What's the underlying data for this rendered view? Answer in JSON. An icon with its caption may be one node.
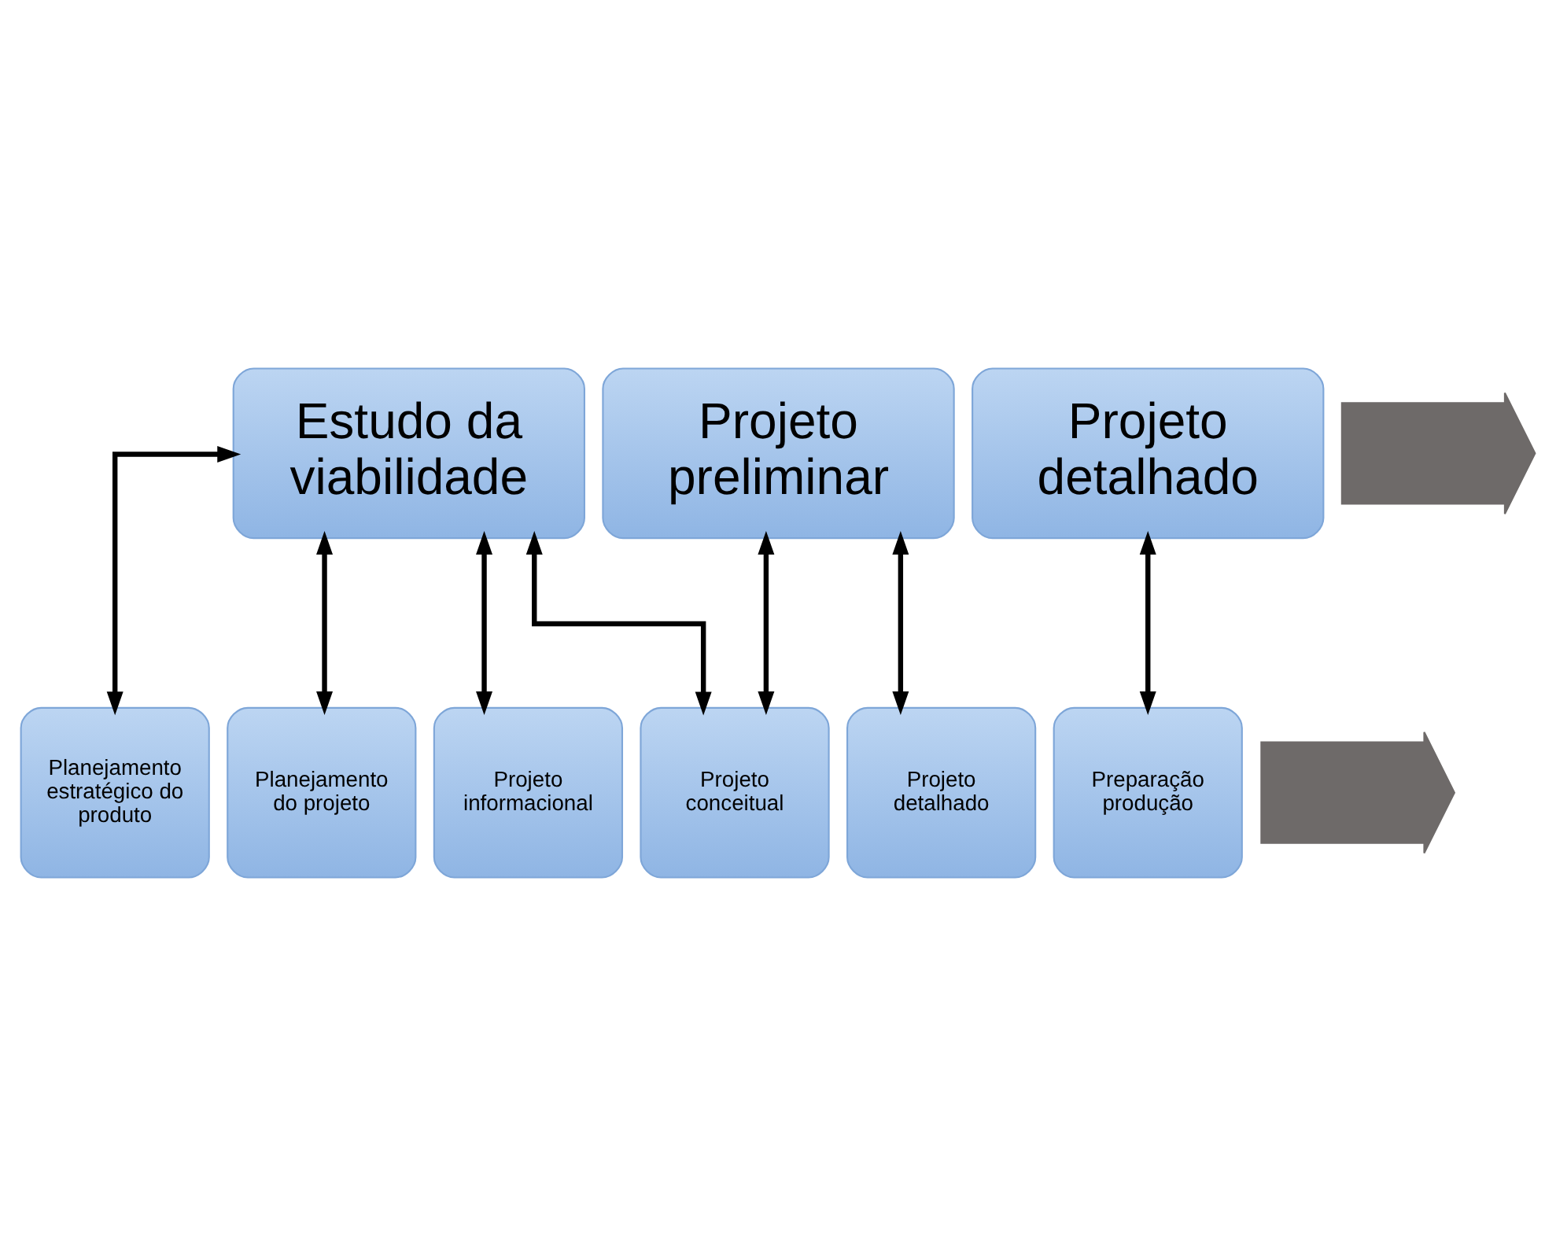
{
  "diagram": {
    "nodes": [
      {
        "text": [],
        "shape": "arrow"
      },
      {
        "text": [
          "Estudo da viabilidade"
        ]
      },
      {
        "text": [
          "Projeto preliminar"
        ]
      },
      {
        "text": [
          "Projeto detalhado"
        ]
      },
      {
        "text": [],
        "shape": "arrow"
      },
      {
        "text": [
          "Planejamento estratégico do produto"
        ]
      },
      {
        "text": [
          "Planejamento do projeto"
        ]
      },
      {
        "text": [
          "Projeto informacional"
        ]
      },
      {
        "text": [
          "Projeto conceitual"
        ]
      },
      {
        "text": [
          "Projeto detalhado"
        ]
      },
      {
        "text": [
          "Preparação produção"
        ]
      }
    ],
    "edges": [
      {
        "from": 1,
        "to": 5,
        "arrow": "both"
      },
      {
        "from": 1,
        "to": 6,
        "arrow": "both"
      },
      {
        "from": 1,
        "to": 7,
        "arrow": "both"
      },
      {
        "from": 1,
        "to": 8,
        "arrow": "both"
      },
      {
        "from": 2,
        "to": 8,
        "arrow": "both"
      },
      {
        "from": 2,
        "to": 9,
        "arrow": "both"
      },
      {
        "from": 3,
        "to": 10,
        "arrow": "both"
      }
    ]
  }
}
